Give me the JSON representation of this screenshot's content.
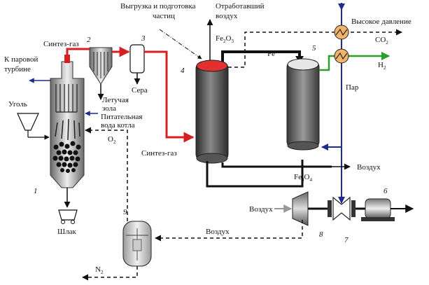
{
  "labels": {
    "unloading_a": "Выгрузка и подготовка",
    "unloading_b": "частиц",
    "spent_air_a": "Отработавший",
    "spent_air_b": "воздух",
    "fe2o3_a": "Fe",
    "fe2o3_b": "2",
    "fe2o3_c": "O",
    "fe2o3_d": "3",
    "high_pressure": "Высокое давление",
    "co2_a": "CO",
    "co2_b": "2",
    "syngas_top": "Синтез-газ",
    "to_steam_a": "К паровой",
    "to_steam_b": "турбине",
    "sulfur": "Сера",
    "fe": "Fe",
    "h2_a": "H",
    "h2_b": "2",
    "steam": "Пар",
    "coal": "Уголь",
    "fly_ash_a": "Летучая",
    "fly_ash_b": "зола",
    "feed_water_a": "Питательная",
    "feed_water_b": "вода котла",
    "o2_a": "O",
    "o2_b": "2",
    "syngas_bottom": "Синтез-газ",
    "air_right": "Воздух",
    "fe3o4_a": "Fe",
    "fe3o4_b": "3",
    "fe3o4_c": "O",
    "fe3o4_d": "4",
    "air_compressor": "Воздух",
    "air_bottom": "Воздух",
    "slag": "Шлак",
    "n2_a": "N",
    "n2_b": "2"
  },
  "numbers": {
    "n1": "1",
    "n2": "2",
    "n3": "3",
    "n4": "4",
    "n5": "5",
    "n6": "6",
    "n7": "7",
    "n8": "8",
    "n9": "9"
  },
  "colors": {
    "syngas": "#d42020",
    "hydrogen": "#2aa02a",
    "water": "#1e2a8c",
    "line": "#111111",
    "reactor_body": "#3a3a3a",
    "reactor_top_red": "#e03030"
  }
}
